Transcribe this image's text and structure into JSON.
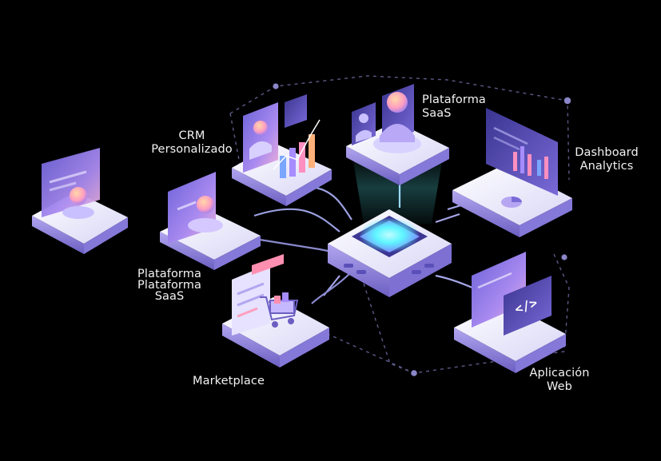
{
  "labels": {
    "saas_top": [
      "Plataforma",
      "SaaS"
    ],
    "crm": [
      "CRM",
      "Personalizado"
    ],
    "dashboard": [
      "Dashboard",
      "Analytics"
    ],
    "saas_left": [
      "Plataforma",
      "Plataforma",
      "SaaS"
    ],
    "marketplace": "Marketplace",
    "web": [
      "Aplicación",
      "Web"
    ],
    "code_glyph": "</>"
  },
  "colors": {
    "background": "#000000",
    "card_face": "#e9e8ff",
    "card_side": "#9a90e0",
    "glow_cyan": "#5ff6ff",
    "accent_violet": "#8f7bff",
    "accent_pink": "#ff7fb5",
    "accent_orange": "#ffb07a",
    "line": "#6a6aa0"
  },
  "icons": [
    "user-profile-icon",
    "bar-chart-icon",
    "shopping-cart-icon",
    "code-window-icon",
    "pie-chart-icon",
    "hub-chip-icon"
  ]
}
